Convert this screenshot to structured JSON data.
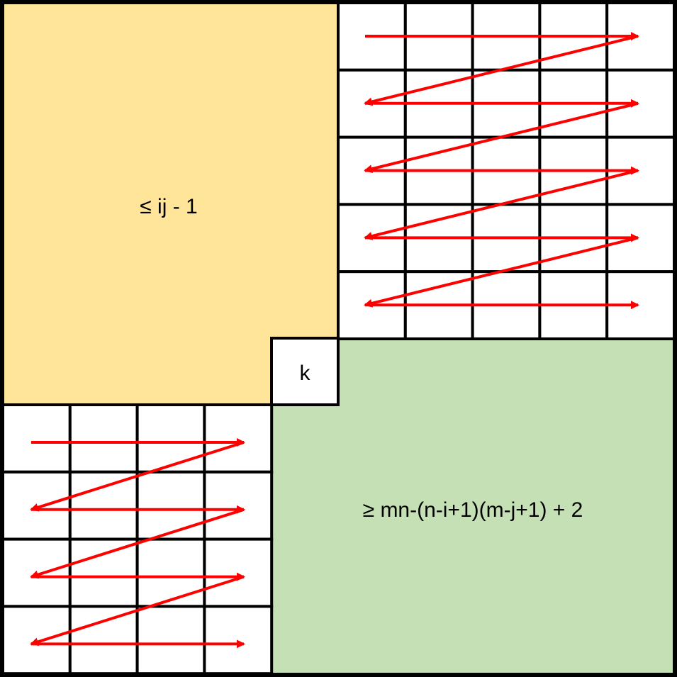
{
  "labels": {
    "upper_region": "≤ ij - 1",
    "center_cell": "k",
    "lower_region": "≥ mn-(n-i+1)(m-j+1) + 2"
  },
  "colors": {
    "upper_region_fill": "#ffe599",
    "lower_region_fill": "#c5e0b4",
    "grid_line": "#000000",
    "arrow": "#ff0000",
    "cell_fill": "#ffffff"
  },
  "grids": {
    "top_right": {
      "rows": 5,
      "cols": 5
    },
    "bottom_left": {
      "rows": 4,
      "cols": 4
    }
  }
}
